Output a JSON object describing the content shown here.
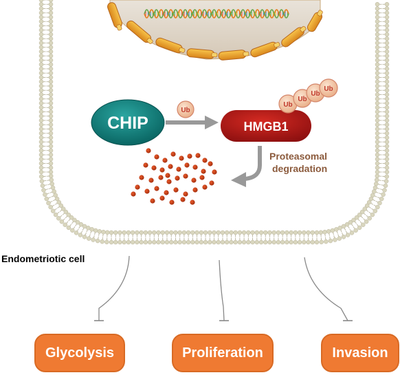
{
  "nodes": {
    "chip": "CHIP",
    "hmgb1": "HMGB1",
    "ub": "Ub",
    "degradation_line1": "Proteasomal",
    "degradation_line2": "degradation",
    "cell_label": "Endometriotic cell"
  },
  "outcomes": [
    "Glycolysis",
    "Proliferation",
    "Invasion"
  ],
  "colors": {
    "chip": "#0e7d7a",
    "hmgb1": "#b01a1a",
    "ub_fill": "#f3c7a5",
    "ub_text": "#c0392b",
    "degradation_text": "#8b5a3c",
    "arrow": "#999999",
    "membrane_head": "#d9d6be",
    "outcome": "#ef7a32",
    "proteasome_dots": "#c0391e"
  }
}
